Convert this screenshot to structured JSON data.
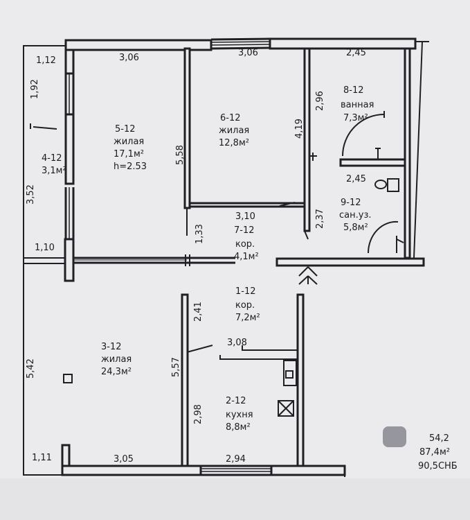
{
  "dimensions": {
    "d_1_12_top": "1,12",
    "d_3_06_a": "3,06",
    "d_3_06_b": "3,06",
    "d_2_45_top": "2,45",
    "d_1_92": "1,92",
    "d_2_96": "2,96",
    "d_4_19": "4,19",
    "d_5_58": "5,58",
    "d_3_52": "3,52",
    "d_2_45_mid": "2,45",
    "d_3_10": "3,10",
    "d_2_37": "2,37",
    "d_1_33": "1,33",
    "d_1_10": "1,10",
    "d_2_41": "2,41",
    "d_3_08": "3,08",
    "d_5_42": "5,42",
    "d_5_57": "5,57",
    "d_2_98": "2,98",
    "d_1_11": "1,11",
    "d_3_05": "3,05",
    "d_2_94": "2,94"
  },
  "rooms": [
    {
      "id": "5-12",
      "name": "жилая",
      "area": "17,1м²",
      "extra": "h=2.53"
    },
    {
      "id": "6-12",
      "name": "жилая",
      "area": "12,8м²"
    },
    {
      "id": "8-12",
      "name": "ванная",
      "area": "7,3м²"
    },
    {
      "id": "4-12",
      "area": "3,1м²"
    },
    {
      "id": "9-12",
      "name": "сан.уз.",
      "area": "5,8м²"
    },
    {
      "id": "7-12",
      "name": "кор.",
      "area": "4,1м²"
    },
    {
      "id": "1-12",
      "name": "кор.",
      "area": "7,2м²"
    },
    {
      "id": "3-12",
      "name": "жилая",
      "area": "24,3м²"
    },
    {
      "id": "2-12",
      "name": "кухня",
      "area": "8,8м²"
    }
  ],
  "summary": {
    "living": "54,2",
    "total": "87,4м²",
    "snb": "90,5СНБ"
  }
}
